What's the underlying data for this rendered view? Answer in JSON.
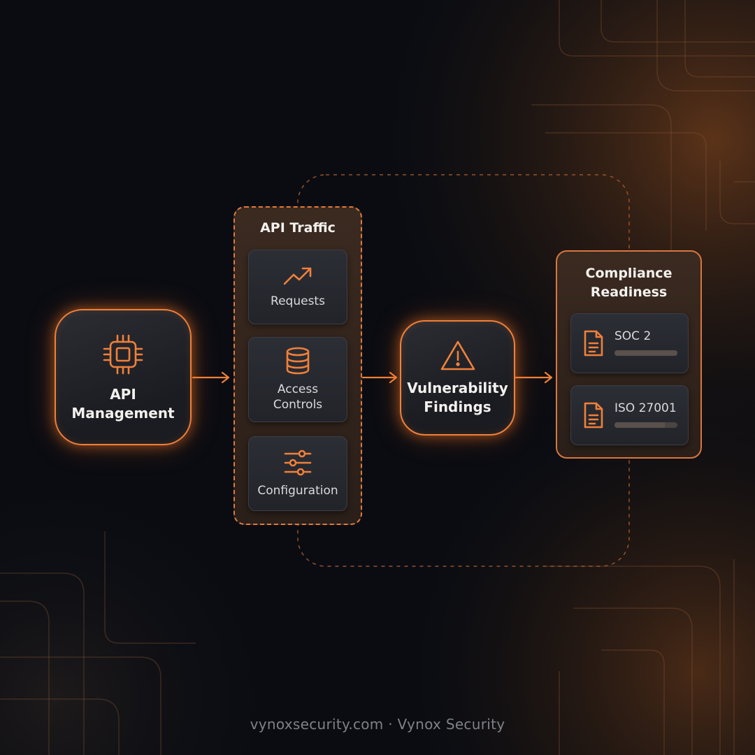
{
  "theme": {
    "accent": "#f0803a",
    "background": "#0a0c12"
  },
  "nodes": {
    "api_management": {
      "label_line1": "API",
      "label_line2": "Management",
      "icon": "cpu-chip-icon"
    },
    "api_traffic": {
      "title": "API Traffic",
      "items": [
        {
          "label_line1": "Requests",
          "label_line2": "",
          "icon": "trending-up-icon"
        },
        {
          "label_line1": "Access",
          "label_line2": "Controls",
          "icon": "database-icon"
        },
        {
          "label_line1": "Configuration",
          "label_line2": "",
          "icon": "sliders-icon"
        }
      ]
    },
    "vulnerability": {
      "label_line1": "Vulnerability",
      "label_line2": "Findings",
      "icon": "warning-triangle-icon"
    },
    "compliance": {
      "title_line1": "Compliance",
      "title_line2": "Readiness",
      "items": [
        {
          "label": "SOC 2",
          "icon": "document-icon",
          "progress": 1.0
        },
        {
          "label": "ISO 27001",
          "icon": "document-icon",
          "progress": 0.8
        }
      ]
    }
  },
  "footer": {
    "text": "vynoxsecurity.com · Vynox Security"
  }
}
